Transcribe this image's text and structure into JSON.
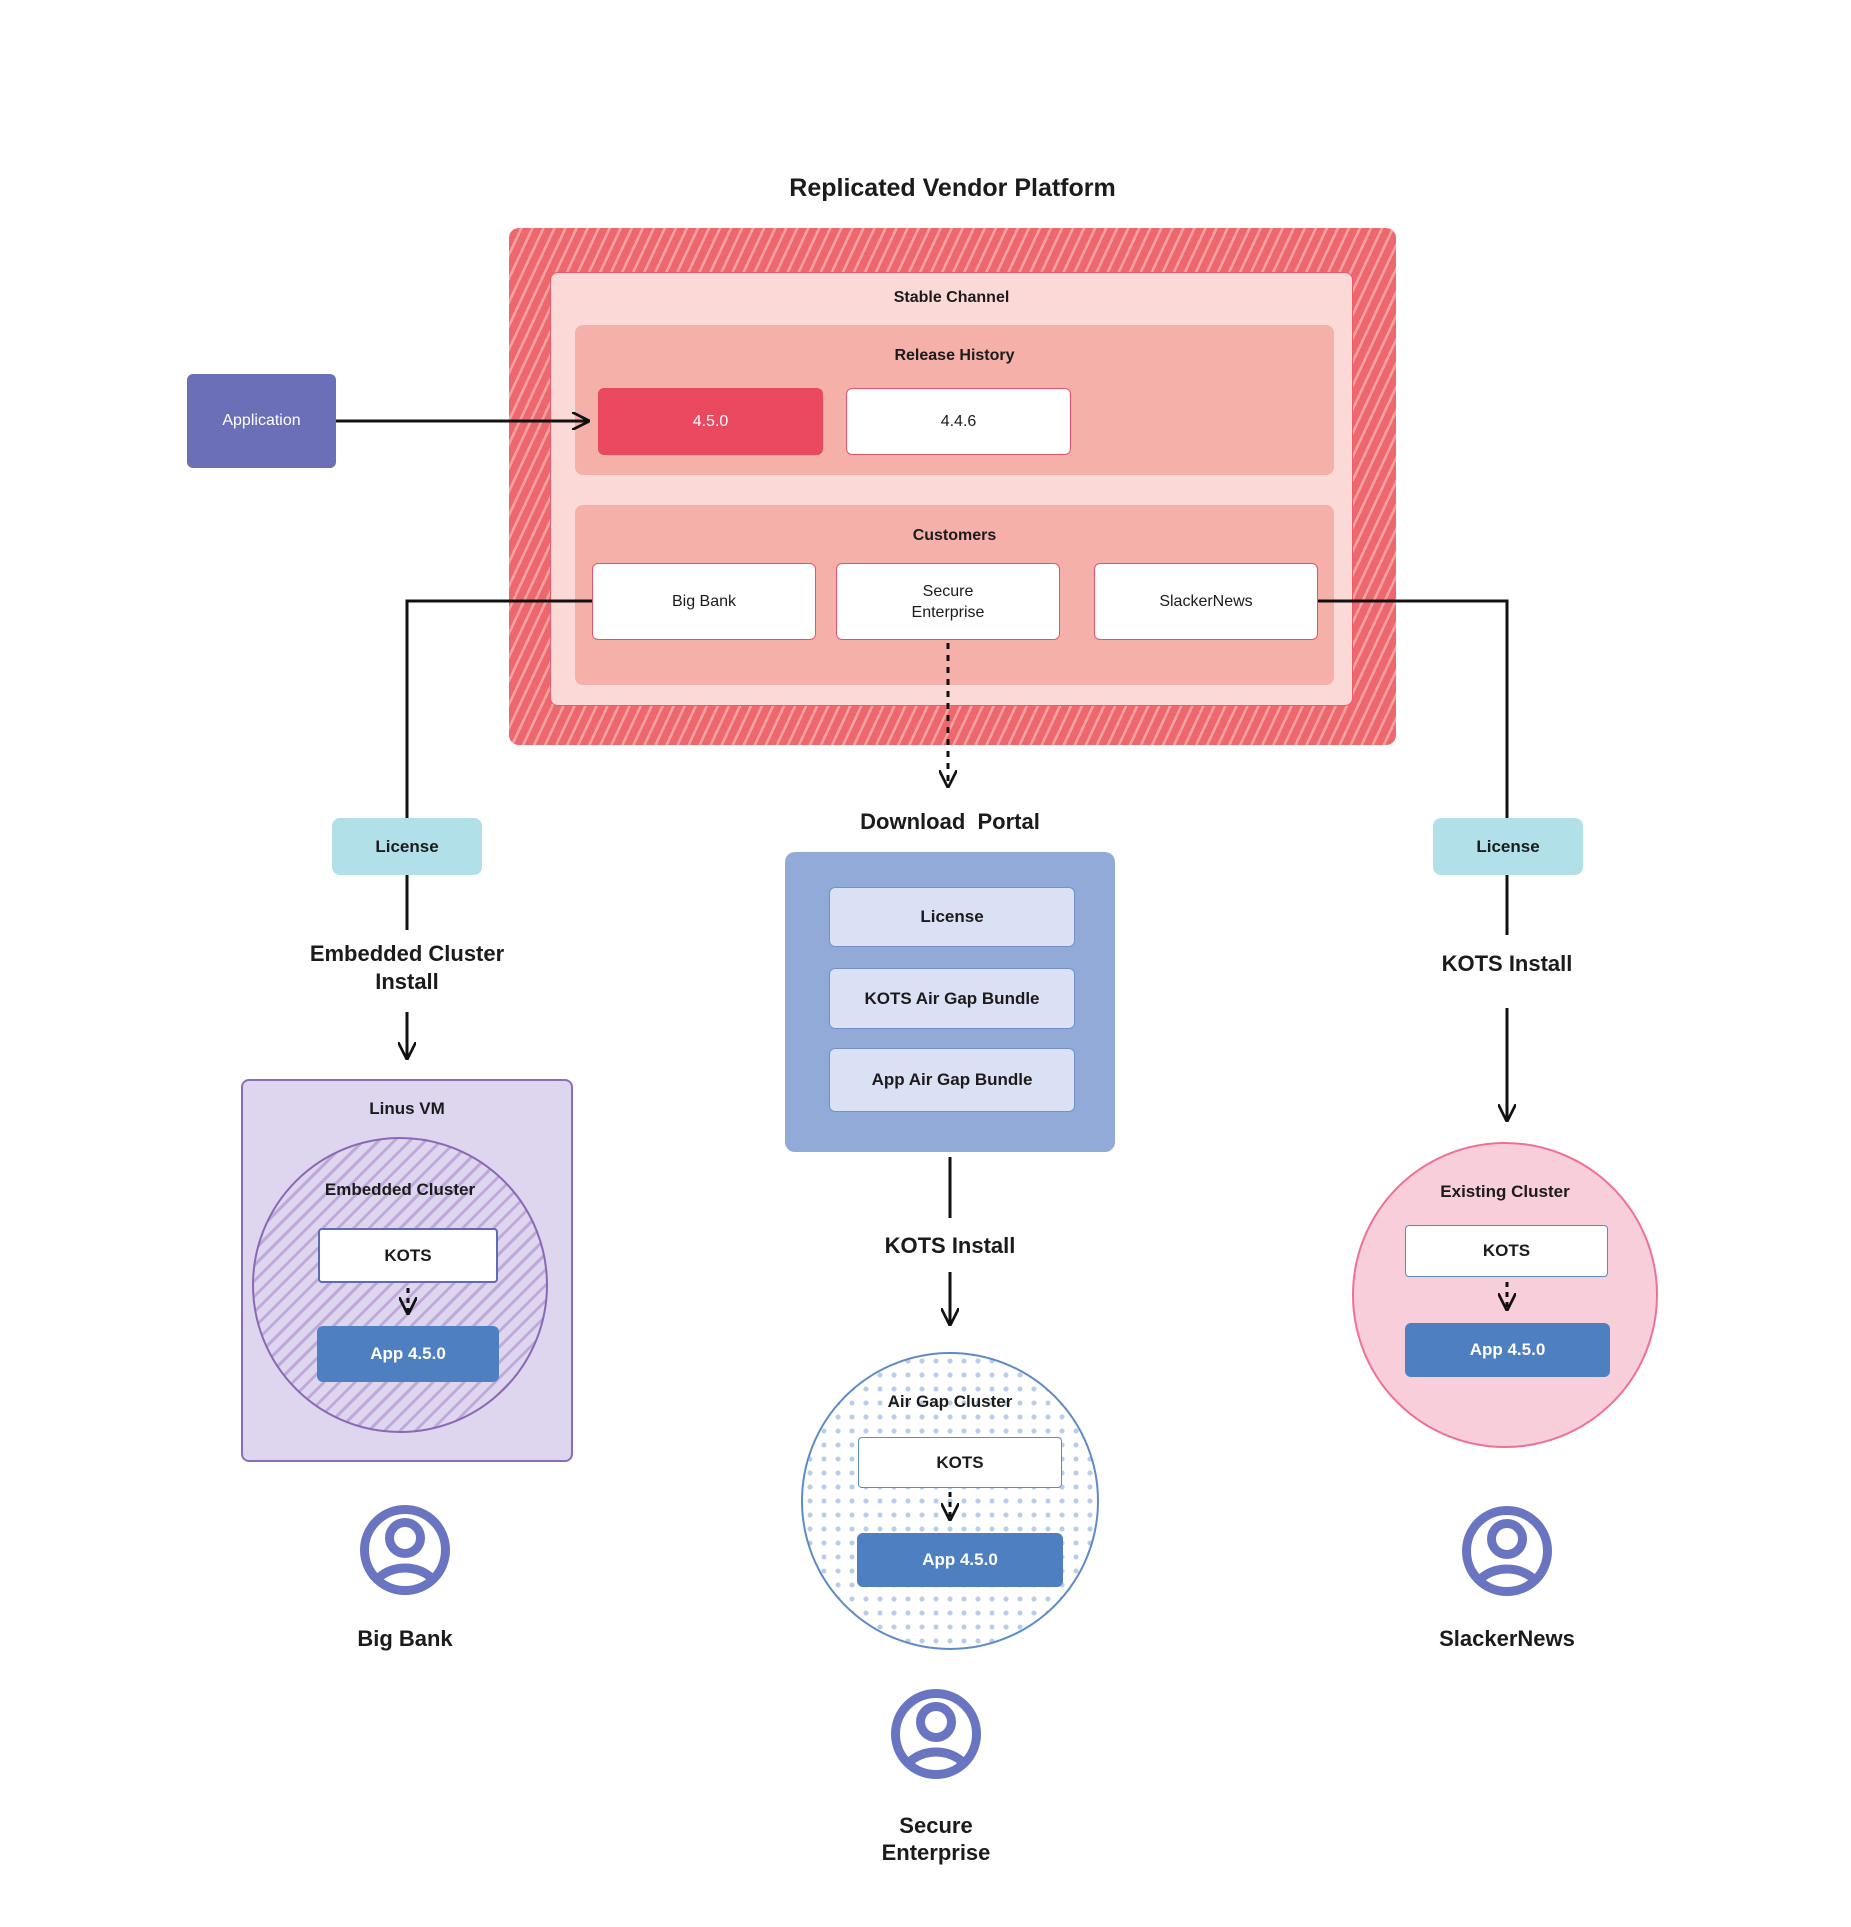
{
  "title": "Replicated Vendor Platform",
  "colors": {
    "platform_red": "#ee676c",
    "platform_stripe": "#f59c9d",
    "channel_pink": "#fad9d6",
    "section_pink": "#f5b0aa",
    "release_current_red": "#e9485e",
    "box_border_red": "#e5536b",
    "application_purple": "#6a6fb8",
    "license_teal": "#b2e0e8",
    "portal_blue": "#92aad8",
    "portal_item_bg": "#dbe1f4",
    "portal_item_border": "#7291cc",
    "app_blue": "#4e7fc0",
    "vm_purple_bg": "#ded5ee",
    "vm_purple_border": "#8d6cb8",
    "airgap_blue_border": "#5e8bc8",
    "existing_pink_bg": "#f8cedb",
    "existing_pink_border": "#ef7097",
    "user_icon_purple": "#6a75c1",
    "line_black": "#111111"
  },
  "platform": {
    "stable_channel_label": "Stable Channel",
    "release_history_label": "Release History",
    "releases": [
      {
        "version": "4.5.0"
      },
      {
        "version": "4.4.6"
      }
    ],
    "customers_label": "Customers",
    "customers": [
      "Big Bank",
      "Secure\nEnterprise",
      "SlackerNews"
    ]
  },
  "application_label": "Application",
  "download_portal": {
    "label": "Download  Portal",
    "items": [
      "License",
      "KOTS Air Gap Bundle",
      "App Air Gap Bundle"
    ]
  },
  "left_branch": {
    "license_label": "License",
    "install_label": "Embedded Cluster\nInstall",
    "vm_label": "Linus VM",
    "cluster_label": "Embedded Cluster",
    "kots_label": "KOTS",
    "app_label": "App 4.5.0",
    "user_label": "Big Bank"
  },
  "middle_branch": {
    "install_label": "KOTS Install",
    "cluster_label": "Air Gap Cluster",
    "kots_label": "KOTS",
    "app_label": "App 4.5.0",
    "user_label": "Secure\nEnterprise"
  },
  "right_branch": {
    "license_label": "License",
    "install_label": "KOTS Install",
    "cluster_label": "Existing Cluster",
    "kots_label": "KOTS",
    "app_label": "App 4.5.0",
    "user_label": "SlackerNews"
  }
}
